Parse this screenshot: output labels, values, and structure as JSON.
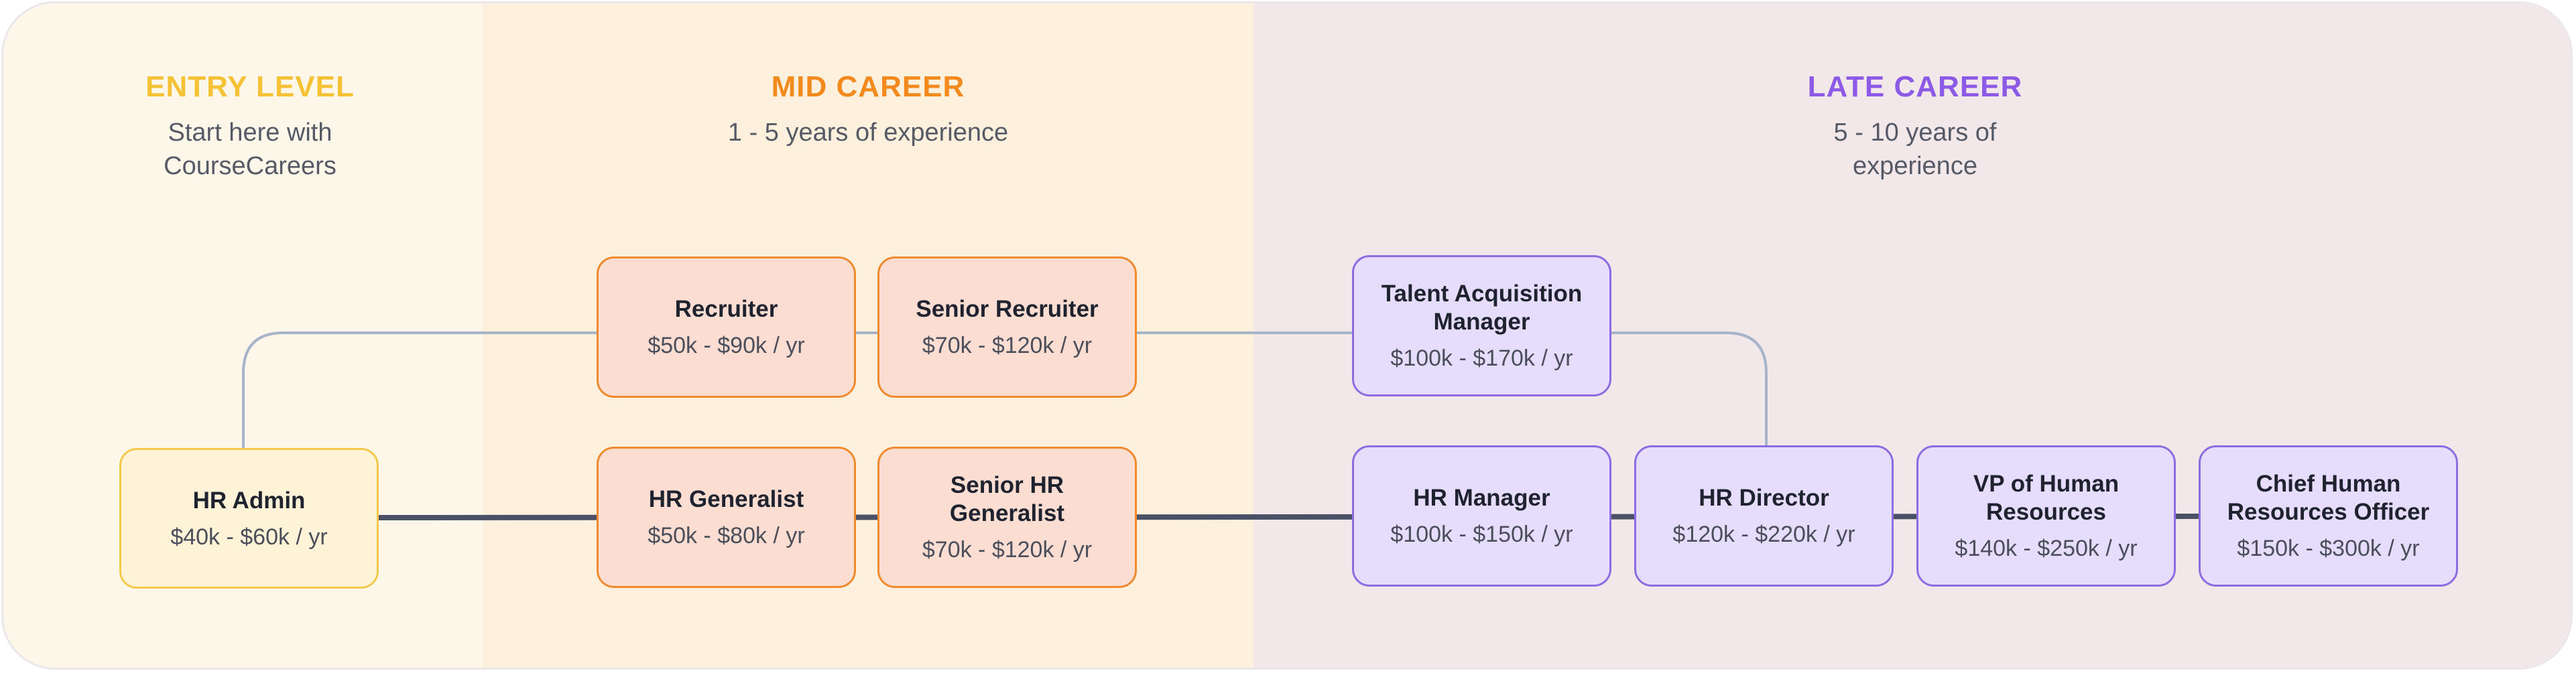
{
  "columns": {
    "entry": {
      "title": "ENTRY LEVEL",
      "subtitle": "Start here with CourseCareers",
      "color": "#f5c235"
    },
    "mid": {
      "title": "MID CAREER",
      "subtitle": "1 - 5 years of experience",
      "color": "#f38a1e"
    },
    "late": {
      "title": "LATE CAREER",
      "subtitle": "5 - 10 years of experience",
      "color": "#8c5ae6"
    }
  },
  "nodes": {
    "hr_admin": {
      "title": "HR Admin",
      "salary": "$40k - $60k / yr"
    },
    "recruiter": {
      "title": "Recruiter",
      "salary": "$50k - $90k / yr"
    },
    "senior_recruiter": {
      "title": "Senior Recruiter",
      "salary": "$70k - $120k / yr"
    },
    "hr_generalist": {
      "title": "HR Generalist",
      "salary": "$50k - $80k / yr"
    },
    "senior_hr_generalist": {
      "title": "Senior HR Generalist",
      "salary": "$70k - $120k / yr"
    },
    "talent_acquisition_manager": {
      "title": "Talent Acquisition Manager",
      "salary": "$100k - $170k / yr"
    },
    "hr_manager": {
      "title": "HR Manager",
      "salary": "$100k - $150k / yr"
    },
    "hr_director": {
      "title": "HR Director",
      "salary": "$120k - $220k / yr"
    },
    "vp_human_resources": {
      "title": "VP of Human Resources",
      "salary": "$140k - $250k / yr"
    },
    "chief_hr_officer": {
      "title": "Chief Human Resources Officer",
      "salary": "$150k - $300k / yr"
    }
  },
  "colors": {
    "entry_bg": "#fdf7ea",
    "mid_bg": "#fdf0dc",
    "late_bg": "#f2e8ea",
    "main_path": "#4a5166",
    "alt_path": "#a7b3c8"
  }
}
